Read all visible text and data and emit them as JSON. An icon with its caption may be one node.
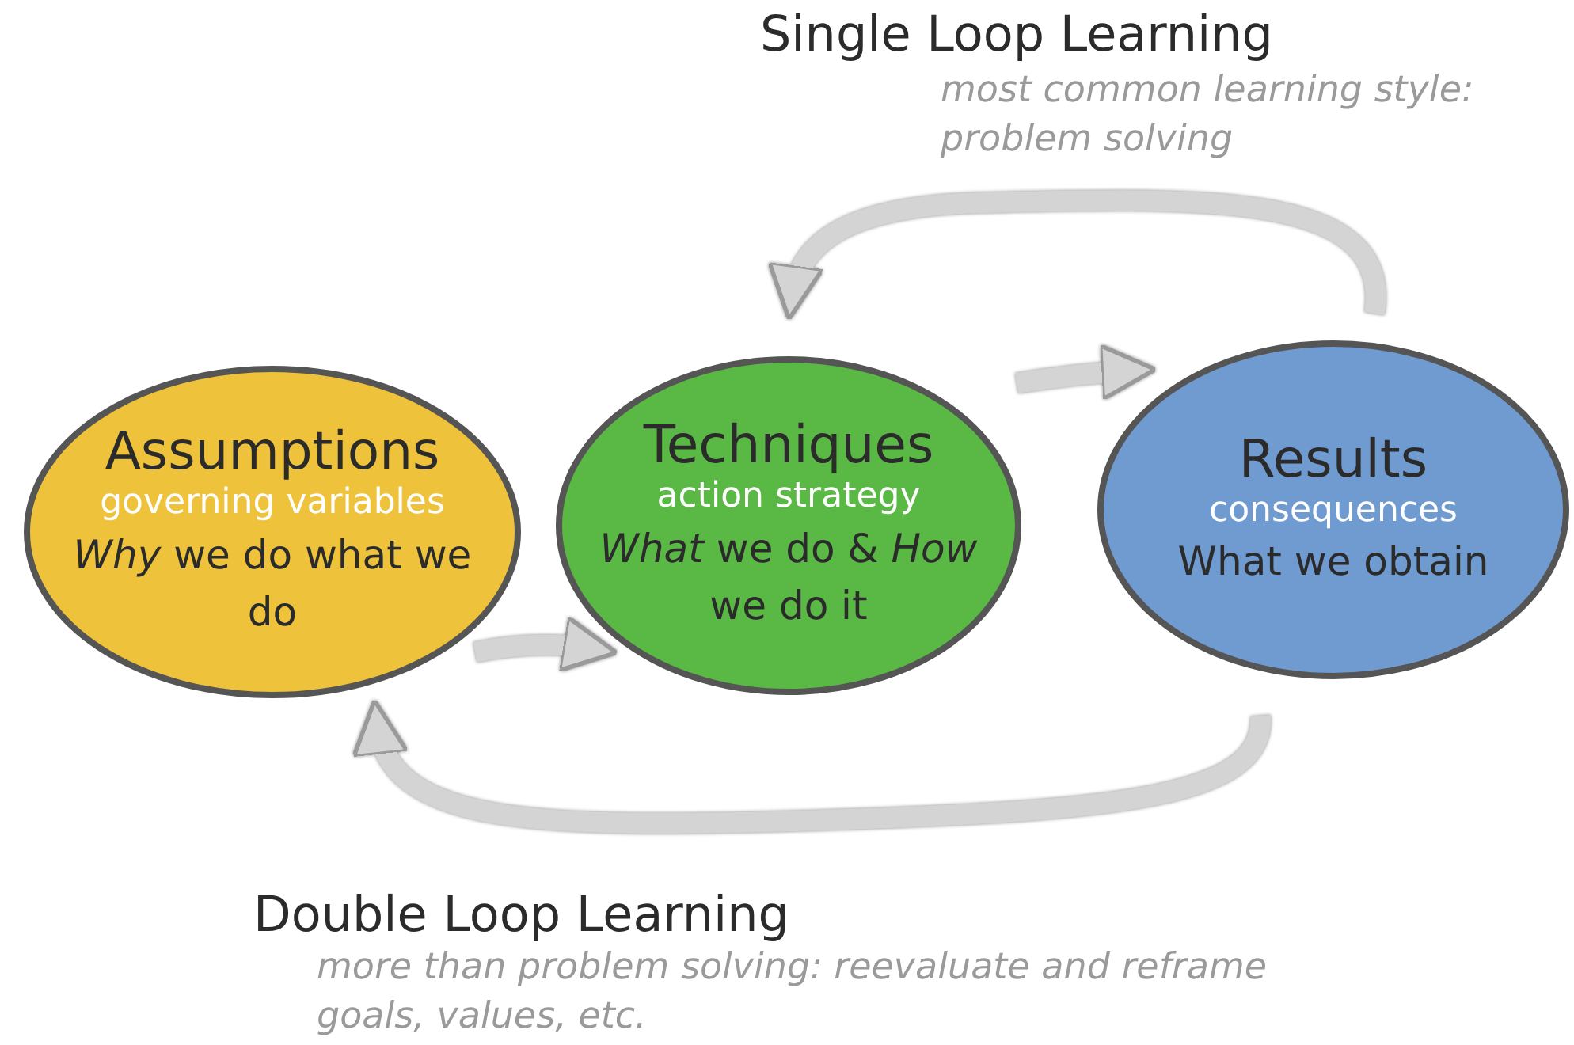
{
  "diagram": {
    "nodes": [
      {
        "text": [
          "Assumptions",
          "governing variables",
          "*Why* we do what we do"
        ]
      },
      {
        "text": [
          "Techniques",
          "action strategy",
          "*What* we do & *How* we do it"
        ]
      },
      {
        "text": [
          "Results",
          "consequences",
          "What we obtain"
        ]
      }
    ],
    "edges": [
      {
        "from": 0,
        "to": 1,
        "arrow": "to"
      },
      {
        "from": 1,
        "to": 2,
        "arrow": "to"
      },
      {
        "from": 2,
        "to": 1,
        "arrow": "to"
      },
      {
        "from": 2,
        "to": 0,
        "arrow": "to"
      }
    ],
    "labels": [
      "Single Loop Learning",
      "most common learning style: problem solving",
      "Double Loop Learning",
      "more than problem solving: reevaluate and reframe goals, values, etc."
    ]
  }
}
